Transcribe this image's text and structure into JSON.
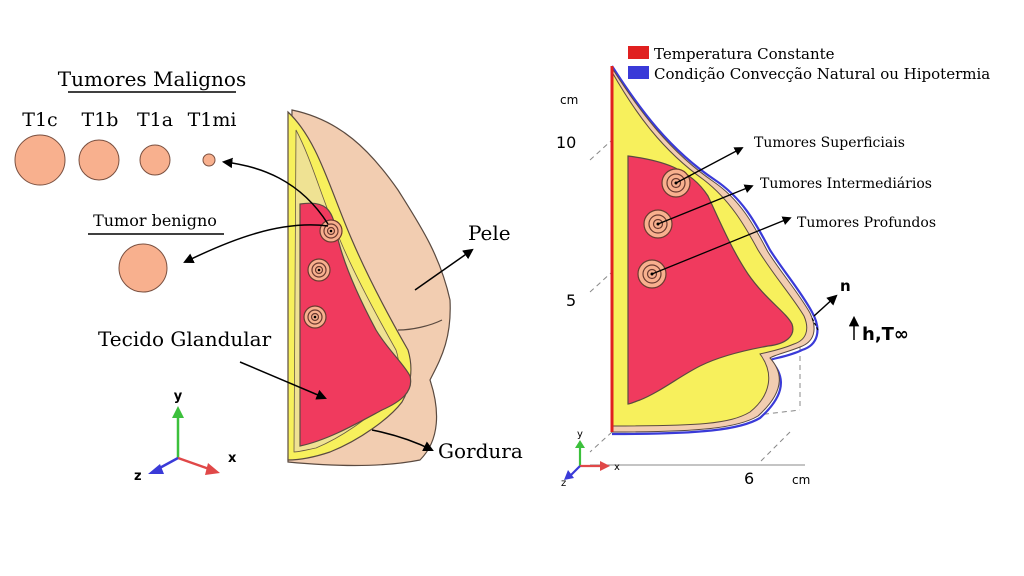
{
  "colors": {
    "skin": "#f2cdb1",
    "skin_stroke": "#5a4a40",
    "fat": "#f7f05c",
    "fat_inner": "#efe19a",
    "gland": "#f03a5e",
    "tumor": "#f8b08e",
    "constant_temp": "#e02020",
    "convection": "#3a3ad8",
    "axis_x": "#e04848",
    "axis_y": "#3cc03c",
    "axis_z": "#3a3ad8"
  },
  "left": {
    "malignant_title": "Tumores Malignos",
    "malignant_labels": [
      "T1c",
      "T1b",
      "T1a",
      "T1mi"
    ],
    "benign_title": "Tumor benigno",
    "pele": "Pele",
    "tecido_glandular": "Tecido Glandular",
    "gordura": "Gordura",
    "axes": {
      "y": "y",
      "x": "x",
      "z": "z"
    }
  },
  "right": {
    "legend": [
      {
        "label": "Temperatura Constante",
        "color": "#e02020"
      },
      {
        "label": "Condição Convecção Natural ou Hipotermia",
        "color": "#3a3ad8"
      }
    ],
    "tumor_labels": [
      "Tumores Superficiais",
      "Tumores Intermediários",
      "Tumores Profundos"
    ],
    "y_unit": "cm",
    "y_ticks": [
      "10",
      "5"
    ],
    "x_tick": "6",
    "x_unit": "cm",
    "normal_label": "n",
    "convection_label": "h,T∞",
    "axes": {
      "y": "y",
      "x": "x",
      "z": "z"
    }
  }
}
